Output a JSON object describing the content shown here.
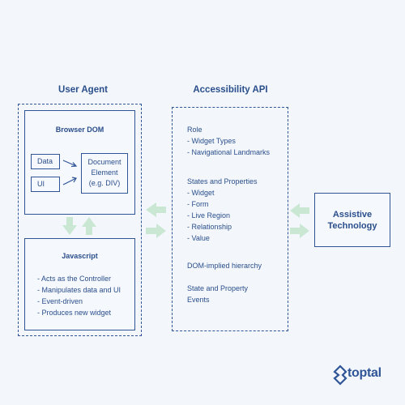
{
  "user_agent": {
    "heading": "User Agent",
    "browser_dom": {
      "title": "Browser DOM",
      "data_label": "Data",
      "ui_label": "UI",
      "document_element": [
        "Document",
        "Element",
        "(e.g. DIV)"
      ]
    },
    "javascript": {
      "title": "Javascript",
      "items": [
        "- Acts as the Controller",
        "- Manipulates data and UI",
        "- Event-driven",
        "- Produces new widget"
      ]
    }
  },
  "accessibility_api": {
    "heading": "Accessibility API",
    "role": {
      "title": "Role",
      "items": [
        "- Widget Types",
        "- Navigational Landmarks"
      ]
    },
    "states": {
      "title": "States and Properties",
      "items": [
        "- Widget",
        "- Form",
        "- Live Region",
        "- Relationship",
        "- Value"
      ]
    },
    "dom_hierarchy": "DOM-implied hierarchy",
    "state_events": [
      "State and Property",
      "Events"
    ]
  },
  "assistive": {
    "lines": [
      "Assistive",
      "Technology"
    ]
  },
  "brand": {
    "name": "toptal"
  },
  "colors": {
    "primary": "#2f5597",
    "arrow_fill": "#c9e7d3",
    "background": "#f3f7fb"
  }
}
